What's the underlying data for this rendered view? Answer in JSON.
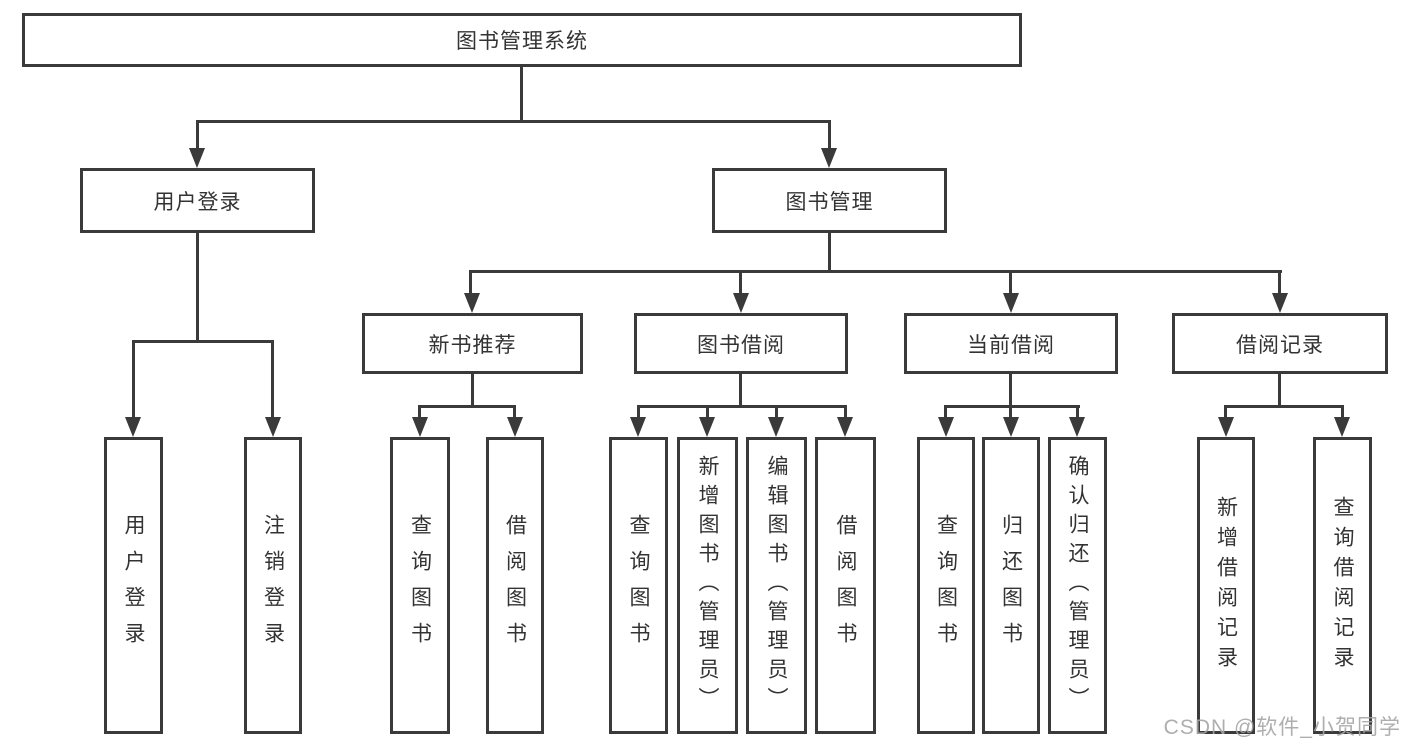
{
  "tree": {
    "label": "图书管理系统",
    "children": [
      {
        "label": "用户登录",
        "children": [
          {
            "label": "用户登录"
          },
          {
            "label": "注销登录"
          }
        ]
      },
      {
        "label": "图书管理",
        "children": [
          {
            "label": "新书推荐",
            "children": [
              {
                "label": "查询图书"
              },
              {
                "label": "借阅图书"
              }
            ]
          },
          {
            "label": "图书借阅",
            "children": [
              {
                "label": "查询图书"
              },
              {
                "label": "新增图书（管理员）"
              },
              {
                "label": "编辑图书（管理员）"
              },
              {
                "label": "借阅图书"
              }
            ]
          },
          {
            "label": "当前借阅",
            "children": [
              {
                "label": "查询图书"
              },
              {
                "label": "归还图书"
              },
              {
                "label": "确认归还（管理员）"
              }
            ]
          },
          {
            "label": "借阅记录",
            "children": [
              {
                "label": "新增借阅记录"
              },
              {
                "label": "查询借阅记录"
              }
            ]
          }
        ]
      }
    ]
  },
  "watermark": {
    "text": "CSDN @软件_小贺同学"
  },
  "colors": {
    "line": "#3a3a3a",
    "text": "#333333",
    "background": "#ffffff"
  }
}
